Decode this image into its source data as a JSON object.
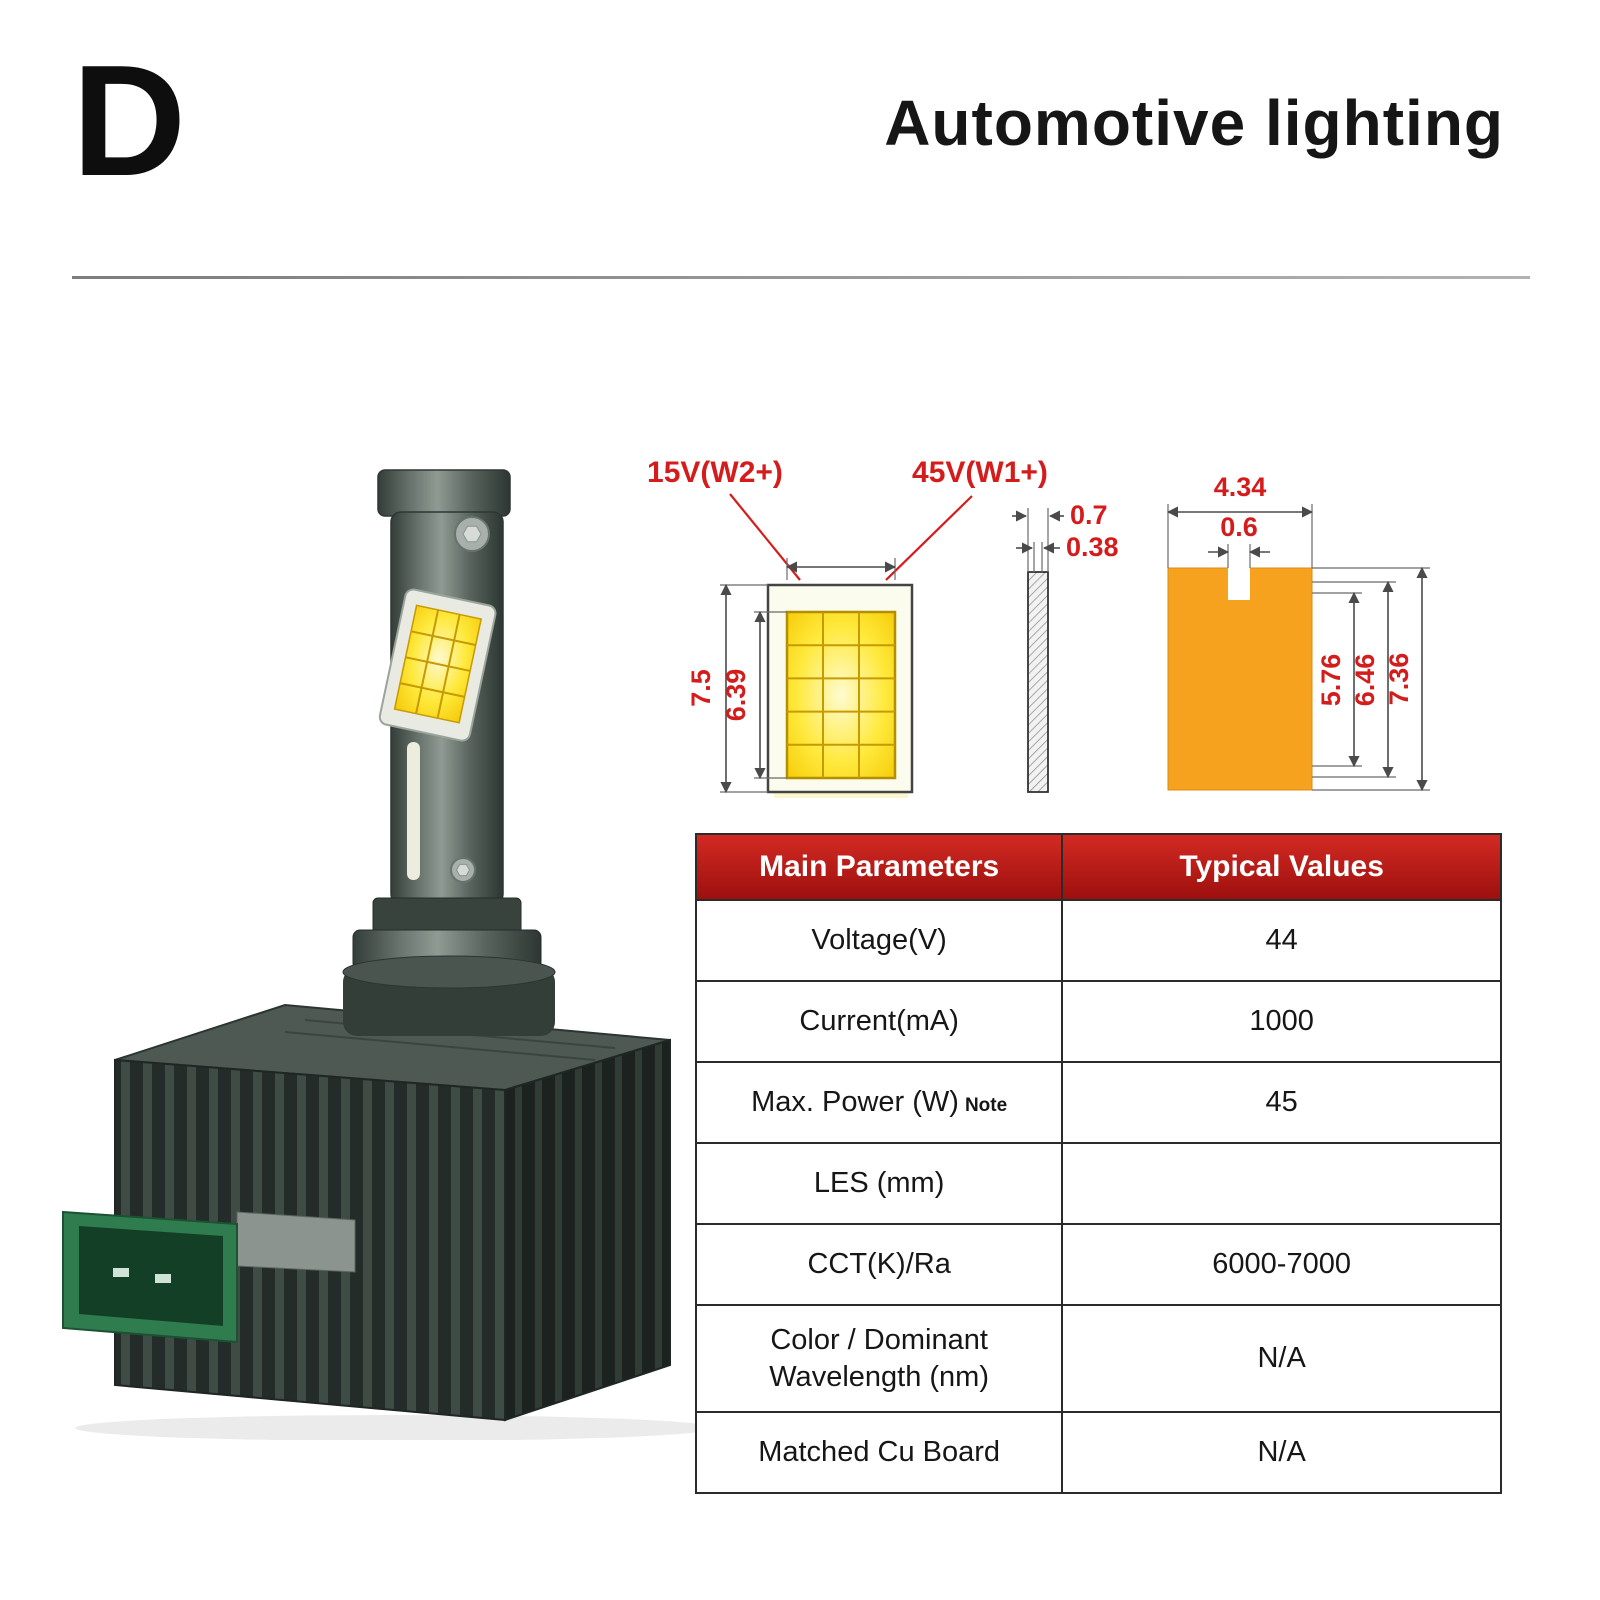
{
  "header": {
    "letter": "D",
    "title": "Automotive lighting"
  },
  "diagram": {
    "led_front": {
      "label_left": "15V(W2+)",
      "label_right": "45V(W1+)",
      "outer_height": "7.5",
      "inner_height": "6.39"
    },
    "side_view": {
      "outer_thickness": "0.7",
      "inner_thickness": "0.38"
    },
    "board": {
      "width": "4.34",
      "notch_width": "0.6",
      "height_inner": "5.76",
      "height_mid": "6.46",
      "height_outer": "7.36"
    }
  },
  "table": {
    "headers": [
      "Main Parameters",
      "Typical Values"
    ],
    "rows": [
      {
        "param": "Voltage(V)",
        "value": "44"
      },
      {
        "param": "Current(mA)",
        "value": "1000"
      },
      {
        "param": "Max. Power (W)",
        "note": "Note",
        "value": "45"
      },
      {
        "param": "LES (mm)",
        "value": ""
      },
      {
        "param": "CCT(K)/Ra",
        "value": "6000-7000"
      },
      {
        "param": "Color / Dominant Wavelength (nm)",
        "value": "N/A"
      },
      {
        "param": "Matched Cu Board",
        "value": "N/A"
      }
    ]
  },
  "colors": {
    "accent_red": "#d51c1c",
    "table_header_red": "#c01714",
    "board_orange": "#f6a21e",
    "led_yellow": "#ffe93c",
    "body_green": "#4a554f",
    "connector_green": "#2f7c4f"
  }
}
